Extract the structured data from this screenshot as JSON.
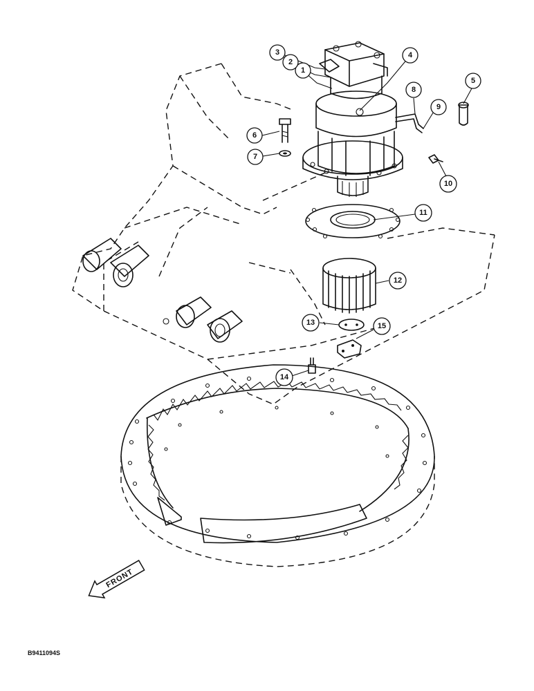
{
  "diagram": {
    "callouts": [
      {
        "id": "c1",
        "label": "1"
      },
      {
        "id": "c2",
        "label": "2"
      },
      {
        "id": "c3",
        "label": "3"
      },
      {
        "id": "c4",
        "label": "4"
      },
      {
        "id": "c5",
        "label": "5"
      },
      {
        "id": "c6",
        "label": "6"
      },
      {
        "id": "c7",
        "label": "7"
      },
      {
        "id": "c8",
        "label": "8"
      },
      {
        "id": "c9",
        "label": "9"
      },
      {
        "id": "c10",
        "label": "10"
      },
      {
        "id": "c11",
        "label": "11"
      },
      {
        "id": "c12",
        "label": "12"
      },
      {
        "id": "c13",
        "label": "13"
      },
      {
        "id": "c14",
        "label": "14"
      },
      {
        "id": "c15",
        "label": "15"
      }
    ],
    "direction_label": "FRONT",
    "drawing_code": "B9411094S"
  }
}
